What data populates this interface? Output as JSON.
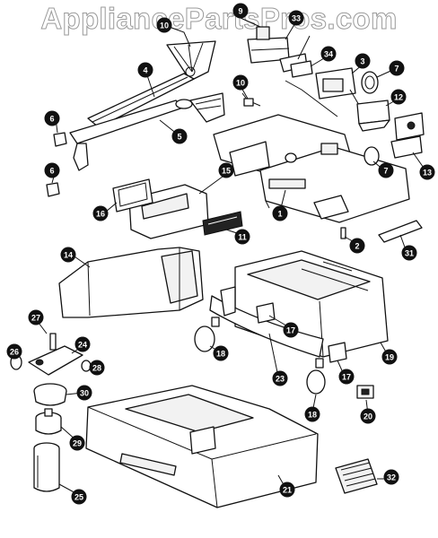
{
  "watermark": "AppliancePartsPros.com",
  "callouts": [
    {
      "label": "9"
    },
    {
      "label": "10"
    },
    {
      "label": "33"
    },
    {
      "label": "4"
    },
    {
      "label": "34"
    },
    {
      "label": "3"
    },
    {
      "label": "7"
    },
    {
      "label": "10"
    },
    {
      "label": "12"
    },
    {
      "label": "6"
    },
    {
      "label": "5"
    },
    {
      "label": "6"
    },
    {
      "label": "7"
    },
    {
      "label": "13"
    },
    {
      "label": "15"
    },
    {
      "label": "16"
    },
    {
      "label": "1"
    },
    {
      "label": "11"
    },
    {
      "label": "2"
    },
    {
      "label": "31"
    },
    {
      "label": "14"
    },
    {
      "label": "27"
    },
    {
      "label": "17"
    },
    {
      "label": "24"
    },
    {
      "label": "26"
    },
    {
      "label": "18"
    },
    {
      "label": "28"
    },
    {
      "label": "23"
    },
    {
      "label": "19"
    },
    {
      "label": "17"
    },
    {
      "label": "30"
    },
    {
      "label": "18"
    },
    {
      "label": "20"
    },
    {
      "label": "29"
    },
    {
      "label": "32"
    },
    {
      "label": "21"
    },
    {
      "label": "25"
    }
  ]
}
